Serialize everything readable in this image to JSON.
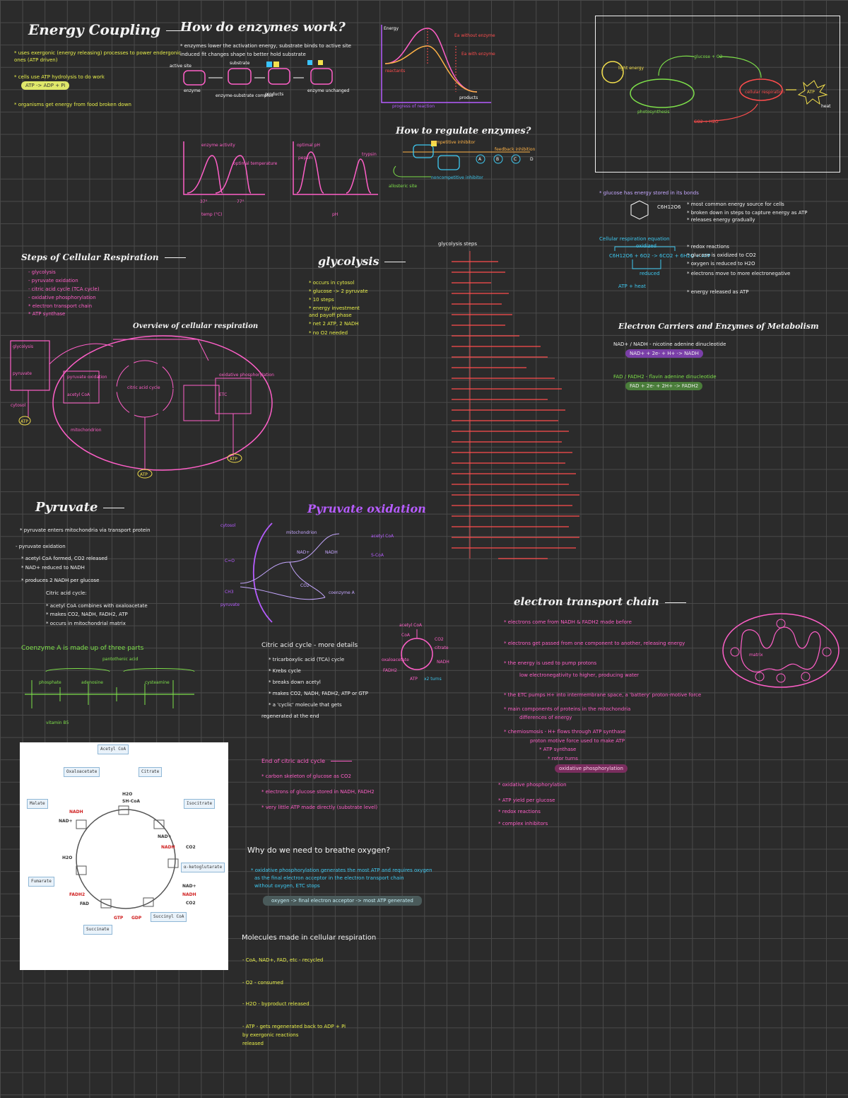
{
  "energy_coupling": {
    "title": "Energy Coupling",
    "lines": [
      "* uses exergonic (energy releasing) processes to power endergonic",
      "  ones (ATP driven)",
      "* cells use ATP hydrolysis to do work",
      "* organisms get energy from food broken down"
    ],
    "formula": "ATP -> ADP + Pi"
  },
  "enzymes": {
    "title": "How do enzymes work?",
    "lines": [
      "* enzymes lower the activation energy, substrate binds to active site",
      "  induced fit changes shape to better hold substrate"
    ],
    "diagram_labels": [
      "active site",
      "enzyme",
      "substrate",
      "enzyme-substrate complex",
      "products",
      "enzyme unchanged"
    ],
    "graph_labels": [
      "Energy",
      "Ea without enzyme",
      "Ea with enzyme",
      "reactants",
      "products",
      "progress of reaction"
    ]
  },
  "optimal": {
    "temp_labels": [
      "enzyme activity",
      "optimal temperature",
      "37°",
      "77°",
      "temp (°C)"
    ],
    "ph_labels": [
      "optimal pH",
      "pepsin",
      "trypsin",
      "pH"
    ]
  },
  "regulation": {
    "title": "How to regulate enzymes?",
    "labels": [
      "competitive inhibitor",
      "allosteric site",
      "noncompetitive inhibitor",
      "feedback inhibition",
      "A",
      "B",
      "C",
      "D"
    ]
  },
  "photo_cycle": {
    "labels": [
      "light energy",
      "CO2 + H2O",
      "glucose + O2",
      "photosynthesis",
      "cellular respiration",
      "ATP",
      "heat"
    ]
  },
  "glucose": {
    "title": "* glucose has energy stored in its bonds",
    "formula": "C6H12O6",
    "lines": [
      "* most common energy source for cells",
      "* broken down in steps to capture energy as ATP",
      "* releases energy gradually"
    ]
  },
  "cell_resp_eq": {
    "title": "Cellular respiration equation",
    "equation": "C6H12O6 + 6O2 -> 6CO2 + 6H2O + ATP",
    "labels": [
      "oxidized",
      "reduced",
      "ATP + heat"
    ],
    "notes": [
      "* redox reactions",
      "* glucose is oxidized to CO2",
      "* oxygen is reduced to H2O",
      "* electrons move to more electronegative",
      "* energy released as ATP"
    ]
  },
  "electron_carriers": {
    "title": "Electron Carriers and Enzymes of Metabolism",
    "nad": "NAD+ / NADH - nicotine adenine dinucleotide",
    "nad_eq": "NAD+ + 2e- + H+ -> NADH",
    "fad": "FAD / FADH2 - flavin adenine dinucleotide",
    "fad_eq": "FAD + 2e- + 2H+ -> FADH2"
  },
  "steps": {
    "title": "Steps of Cellular Respiration",
    "items": [
      "- glycolysis",
      "- pyruvate oxidation",
      "- citric acid cycle (TCA cycle)",
      "- oxidative phosphorylation",
      "   * electron transport chain",
      "   * ATP synthase"
    ]
  },
  "overview": {
    "title": "Overview of cellular respiration",
    "labels": [
      "glycolysis",
      "pyruvate",
      "cytosol",
      "mitochondrion",
      "pyruvate oxidation",
      "acetyl CoA",
      "citric acid cycle",
      "oxidative phosphorylation",
      "ETC",
      "ATP",
      "ATP",
      "ATP"
    ]
  },
  "glycolysis": {
    "title": "glycolysis",
    "lines": [
      "* occurs in cytosol",
      "* glucose -> 2 pyruvate",
      "* 10 steps",
      "* energy investment",
      "  and payoff phase",
      "* net 2 ATP, 2 NADH",
      "* no O2 needed"
    ],
    "pathway_title": "glycolysis steps"
  },
  "pyruvate": {
    "title": "Pyruvate",
    "lines": [
      "* pyruvate enters mitochondria via transport protein",
      "- pyruvate oxidation",
      "  * acetyl CoA formed, CO2 released",
      "  * NAD+ reduced to NADH",
      "  * produces 2 NADH per glucose",
      "  Citric acid cycle:",
      "   * acetyl CoA combines with oxaloacetate",
      "   * makes CO2, NADH, FADH2, ATP",
      "   * occurs in mitochondrial matrix"
    ]
  },
  "pyr_ox": {
    "title": "Pyruvate oxidation",
    "labels": [
      "cytosol",
      "mitochondrion",
      "NAD+",
      "NADH",
      "CO2",
      "acetyl CoA",
      "coenzyme A",
      "pyruvate",
      "C=O",
      "CH3",
      "S-CoA"
    ]
  },
  "coenzyme": {
    "title": "Coenzyme A is made up of three parts",
    "labels": [
      "phosphate",
      "adenosine",
      "pantothenic acid",
      "cysteamine",
      "vitamin B5"
    ]
  },
  "citric": {
    "title": "Citric acid cycle - more details",
    "lines": [
      "* tricarboxylic acid (TCA) cycle",
      "* Krebs cycle",
      "* breaks down acetyl",
      "* makes CO2, NADH, FADH2, ATP or GTP",
      "* a 'cyclic' molecule that gets",
      "regenerated at the end"
    ],
    "cycle_labels": [
      "acetyl CoA",
      "CoA",
      "citrate",
      "oxaloacetate",
      "NADH",
      "FADH2",
      "ATP",
      "CO2",
      "x2 turns"
    ]
  },
  "krebs": {
    "molecules": [
      "Acetyl CoA",
      "Oxaloacetate",
      "Citrate",
      "Isocitrate",
      "α-ketoglutarate",
      "Succinyl CoA",
      "Succinate",
      "Fumarate",
      "Malate"
    ],
    "cofactors": [
      "NADH",
      "NAD+",
      "H2O",
      "SH-CoA",
      "NAD+",
      "NADH",
      "CO2",
      "NAD+",
      "NADH",
      "CO2",
      "GTP",
      "GDP",
      "FAD",
      "FADH2",
      "H2O"
    ]
  },
  "end_cycle": {
    "title": "End of citric acid cycle",
    "lines": [
      "* carbon skeleton of glucose as CO2",
      "* electrons of glucose stored in NADH, FADH2",
      "* very little ATP made directly (substrate level)"
    ]
  },
  "oxygen": {
    "title": "Why do we need to breathe oxygen?",
    "lines": [
      "* oxidative phosphorylation generates the most ATP and requires oxygen",
      "  as the final electron acceptor in the electron transport chain",
      "  without oxygen, ETC stops"
    ],
    "highlight": "oxygen -> final electron acceptor -> most ATP generated"
  },
  "molecules": {
    "title": "Molecules made in cellular respiration",
    "items": [
      "- CoA, NAD+, FAD, etc - recycled",
      "- O2 - consumed",
      "- H2O - byproduct released",
      "- ATP - gets regenerated back to ADP + Pi",
      "  by exergonic reactions",
      "  released"
    ]
  },
  "etc": {
    "title": "electron transport chain",
    "lines": [
      "* electrons come from NADH & FADH2 made before",
      "* electrons get passed from one component to another, releasing energy",
      "* the energy is used to pump protons",
      "  low electronegativity to higher, producing water",
      "* the ETC pumps H+ into intermembrane space, a 'battery' proton-motive force",
      "* main components of proteins in the mitochondria",
      "   differences of energy",
      "* chemiosmosis - H+ flows through ATP synthase",
      "   proton motive force used to make ATP",
      "   * ATP synthase",
      "   * rotor turns",
      "* oxidative phosphorylation",
      "* ATP yield per glucose",
      "* redox reactions",
      "* complex inhibitors"
    ],
    "highlight": "oxidative phosphorylation",
    "mito_label": "matrix"
  }
}
